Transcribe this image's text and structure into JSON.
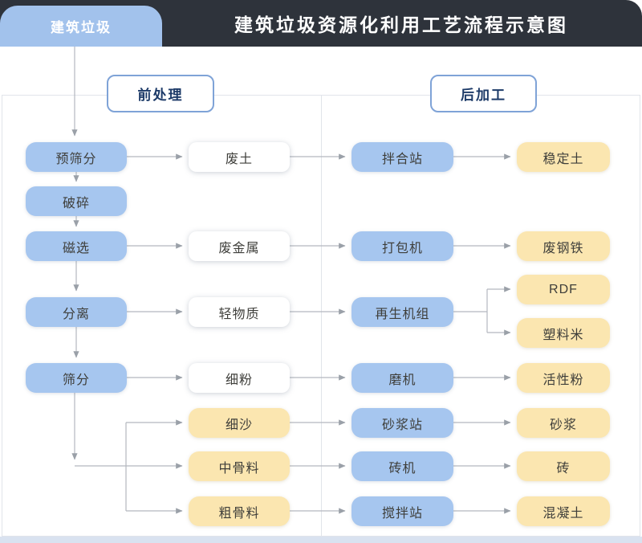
{
  "header": {
    "tab_label": "建筑垃圾",
    "title": "建筑垃圾资源化利用工艺流程示意图"
  },
  "sections": {
    "pre": "前处理",
    "post": "后加工"
  },
  "nodes": {
    "pre_screening": "预筛分",
    "crushing": "破碎",
    "magnetic_separation": "磁选",
    "separation": "分离",
    "screening": "筛分",
    "waste_soil": "废土",
    "scrap_metal": "废金属",
    "light_material": "轻物质",
    "fine_powder": "细粉",
    "fine_sand": "细沙",
    "medium_aggregate": "中骨料",
    "coarse_aggregate": "粗骨料",
    "mixing_plant": "拌合站",
    "baling_machine": "打包机",
    "recycling_unit": "再生机组",
    "grinder": "磨机",
    "mortar_plant": "砂浆站",
    "brick_machine": "砖机",
    "concrete_mixing_plant": "搅拌站",
    "stabilized_soil": "稳定土",
    "scrap_steel": "废钢铁",
    "rdf": "RDF",
    "plastic_pellets": "塑料米",
    "active_powder": "活性粉",
    "mortar": "砂浆",
    "brick": "砖",
    "concrete": "混凝土"
  },
  "colors": {
    "header_bg": "#2e333b",
    "tab_blue": "#a2c2ec",
    "node_blue": "#a6c6ef",
    "node_yellow": "#fbe6b0",
    "section_border_blue": "#7fa3d7",
    "section_text_navy": "#1c3a68",
    "connector_gray": "#b4b8bf",
    "footer_blue": "#d9e2f0"
  }
}
